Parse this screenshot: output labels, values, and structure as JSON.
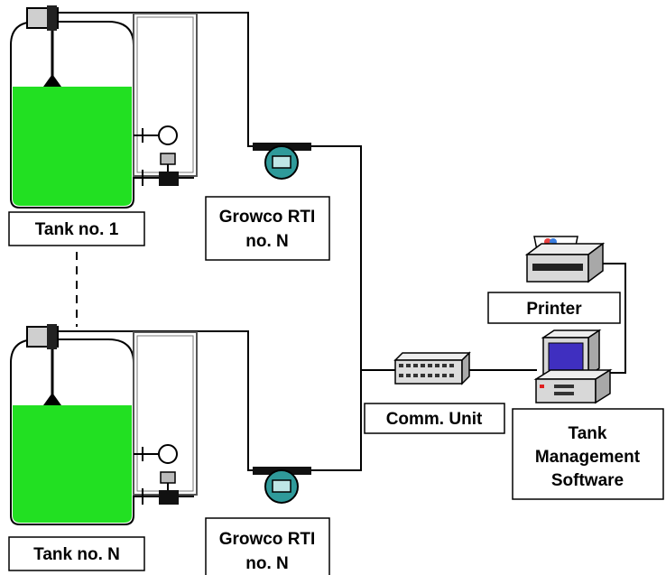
{
  "labels": {
    "tank1": "Tank no. 1",
    "tankN": "Tank no. N",
    "rti1": [
      "Growco RTI",
      "no. N"
    ],
    "rti2": [
      "Growco RTI",
      "no. N"
    ],
    "comm": "Comm. Unit",
    "printer": "Printer",
    "software": [
      "Tank",
      "Management",
      "Software"
    ]
  },
  "colors": {
    "liquid": "#22e022",
    "tank_body": "#ffffff",
    "line": "#000000",
    "transmitter": "#2f9a9a",
    "device_body": "#d8d8d8"
  }
}
